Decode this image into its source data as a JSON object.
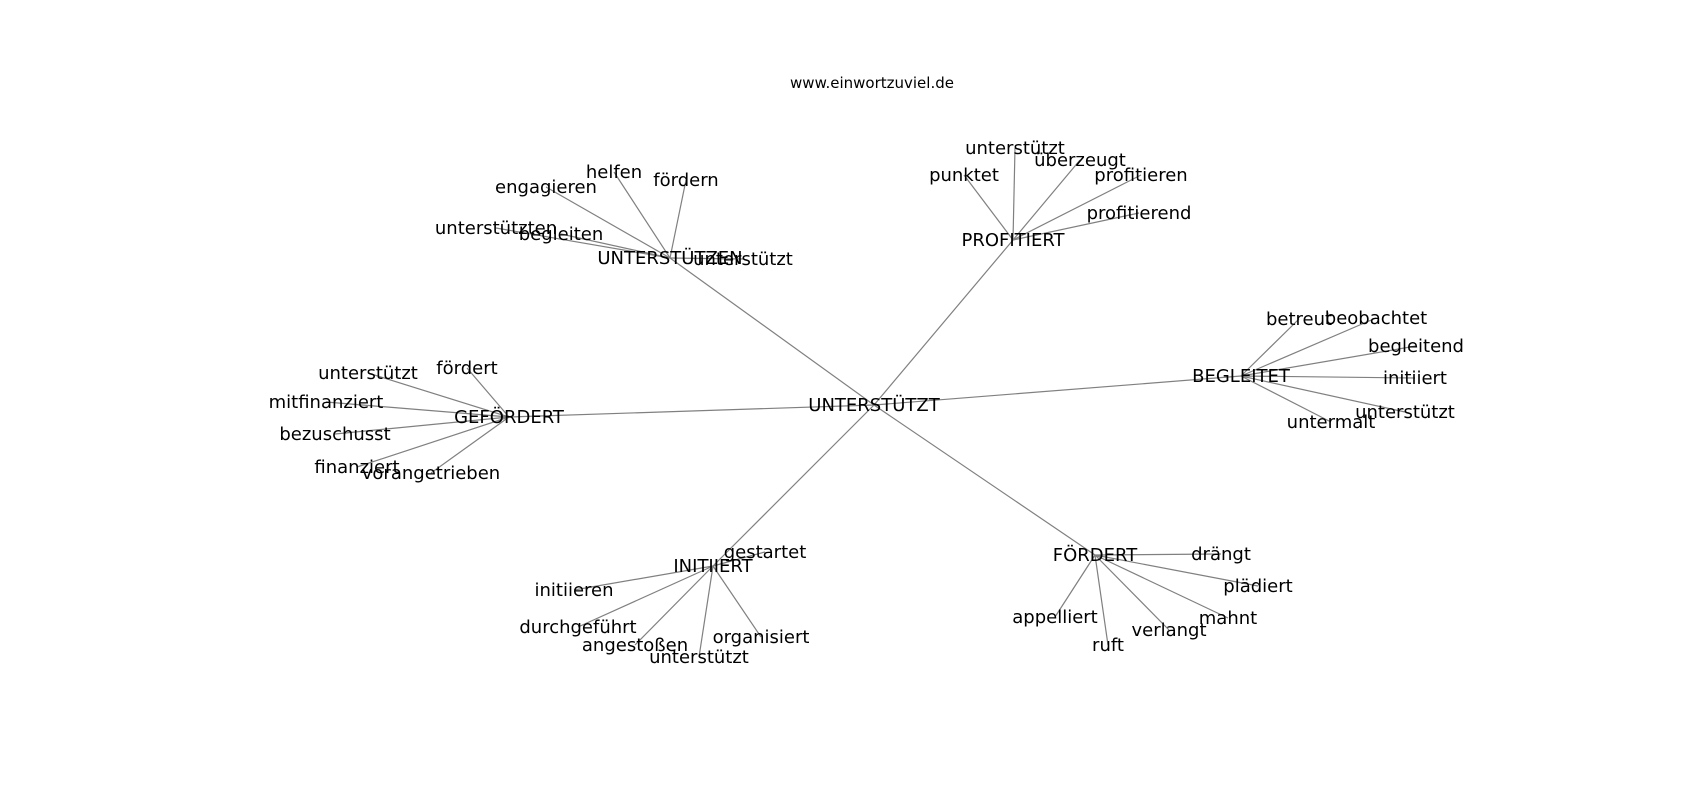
{
  "site": "www.einwortzuviel.de",
  "colors": {
    "edge": "#808080",
    "text": "#000000",
    "background": "#ffffff"
  },
  "graph": {
    "center": "UNTERSTÜTZT",
    "hubs": [
      {
        "id": "unterstuetzen",
        "label": "UNTERSTÜTZEN",
        "leaves": [
          {
            "id": "helfen",
            "label": "helfen"
          },
          {
            "id": "foerdern",
            "label": "fördern"
          },
          {
            "id": "engagieren",
            "label": "engagieren"
          },
          {
            "id": "unterstuetzten",
            "label": "unterstützten"
          },
          {
            "id": "begleiten",
            "label": "begleiten"
          },
          {
            "id": "unterstuetzt",
            "label": "unterstützt"
          }
        ]
      },
      {
        "id": "profitiert",
        "label": "PROFITIERT",
        "leaves": [
          {
            "id": "unterstuetzt",
            "label": "unterstützt"
          },
          {
            "id": "ueberzeugt",
            "label": "überzeugt"
          },
          {
            "id": "punktet",
            "label": "punktet"
          },
          {
            "id": "profitieren",
            "label": "profitieren"
          },
          {
            "id": "profitierend",
            "label": "profitierend"
          }
        ]
      },
      {
        "id": "begleitet",
        "label": "BEGLEITET",
        "leaves": [
          {
            "id": "betreut",
            "label": "betreut"
          },
          {
            "id": "beobachtet",
            "label": "beobachtet"
          },
          {
            "id": "begleitend",
            "label": "begleitend"
          },
          {
            "id": "initiiert",
            "label": "initiiert"
          },
          {
            "id": "unterstuetzt",
            "label": "unterstützt"
          },
          {
            "id": "untermalt",
            "label": "untermalt"
          }
        ]
      },
      {
        "id": "gefoerdert",
        "label": "GEFÖRDERT",
        "leaves": [
          {
            "id": "foerdert",
            "label": "fördert"
          },
          {
            "id": "unterstuetzt",
            "label": "unterstützt"
          },
          {
            "id": "mitfinanziert",
            "label": "mitfinanziert"
          },
          {
            "id": "bezuschusst",
            "label": "bezuschusst"
          },
          {
            "id": "finanziert",
            "label": "finanziert"
          },
          {
            "id": "vorangetrieben",
            "label": "vorangetrieben"
          }
        ]
      },
      {
        "id": "initiiert",
        "label": "INITIIERT",
        "leaves": [
          {
            "id": "gestartet",
            "label": "gestartet"
          },
          {
            "id": "initiieren",
            "label": "initiieren"
          },
          {
            "id": "durchgefuehrt",
            "label": "durchgeführt"
          },
          {
            "id": "angestossen",
            "label": "angestoßen"
          },
          {
            "id": "unterstuetzt",
            "label": "unterstützt"
          },
          {
            "id": "organisiert",
            "label": "organisiert"
          }
        ]
      },
      {
        "id": "foerdert",
        "label": "FÖRDERT",
        "leaves": [
          {
            "id": "draengt",
            "label": "drängt"
          },
          {
            "id": "plaediert",
            "label": "plädiert"
          },
          {
            "id": "mahnt",
            "label": "mahnt"
          },
          {
            "id": "verlangt",
            "label": "verlangt"
          },
          {
            "id": "ruft",
            "label": "ruft"
          },
          {
            "id": "appelliert",
            "label": "appelliert"
          }
        ]
      }
    ]
  }
}
